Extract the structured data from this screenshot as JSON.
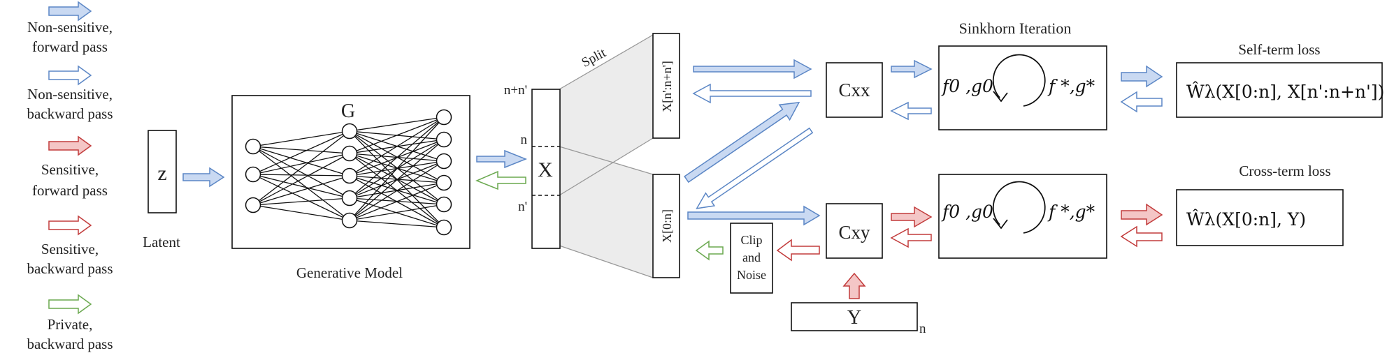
{
  "legend": {
    "items": [
      {
        "line1": "Non-sensitive,",
        "line2": "forward pass",
        "arrow": "blue-right"
      },
      {
        "line1": "Non-sensitive,",
        "line2": "backward pass",
        "arrow": "blue-outline-right"
      },
      {
        "line1": "Sensitive,",
        "line2": "forward pass",
        "arrow": "red-right"
      },
      {
        "line1": "Sensitive,",
        "line2": "backward pass",
        "arrow": "red-outline-right"
      },
      {
        "line1": "Private,",
        "line2": "backward pass",
        "arrow": "green-outline-right"
      }
    ]
  },
  "latent": {
    "symbol": "z",
    "caption": "Latent"
  },
  "generator": {
    "title": "G",
    "caption": "Generative Model"
  },
  "batch": {
    "symbol": "X",
    "tick_top": "n+n'",
    "tick_mid": "n",
    "tick_bottom": "n'",
    "split_label": "Split",
    "upper_part": "X[n':n+n']",
    "lower_part": "X[0:n]"
  },
  "cost": {
    "xx": "Cxx",
    "xy": "Cxy"
  },
  "target": {
    "symbol": "Y",
    "subscript": "n"
  },
  "clip": {
    "line1": "Clip",
    "line2": "and",
    "line3": "Noise"
  },
  "sinkhorn": {
    "title": "Sinkhorn Iteration",
    "init": "f0 ,g0",
    "result": "f *,g*"
  },
  "losses": {
    "self_title": "Self-term loss",
    "cross_title": "Cross-term loss",
    "self_formula": "Ŵλ(X[0:n], X[n':n+n'])",
    "cross_formula": "Ŵλ(X[0:n], Y)"
  },
  "colors": {
    "blue_fill": "#c9d9f2",
    "blue_stroke": "#5b86c5",
    "red_fill": "#f4c6c6",
    "red_stroke": "#c23b3b",
    "green_stroke": "#6aa84f",
    "gray_fill": "#ececec"
  }
}
